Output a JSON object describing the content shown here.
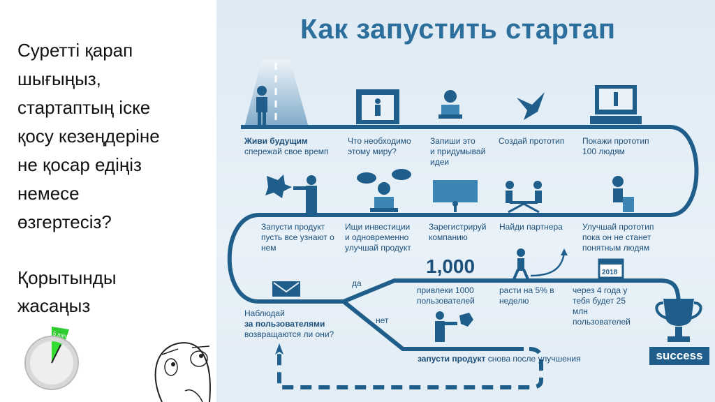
{
  "question": {
    "lines": [
      "Суретті қарап",
      "шығыңыз,",
      "стартаптың іске",
      "қосу кезеңдеріне",
      "не қосар едіңіз",
      "немесе",
      "өзгертесіз?"
    ],
    "conclusion": [
      "Қорытынды",
      "жасаңыз"
    ]
  },
  "timer": {
    "label": "5 min",
    "accent": "#2ecc2e"
  },
  "infographic": {
    "title": "Как запустить стартап",
    "steps_row1": [
      {
        "title": "Живи будущим",
        "desc": "спережай свое времп"
      },
      {
        "title": "Что необходимо",
        "desc": "этому миру?"
      },
      {
        "title": "Запиши это",
        "desc": "и придумывай идеи"
      },
      {
        "title": "Создай прототип",
        "desc": ""
      },
      {
        "title": "Покажи прототип",
        "desc": "100 людям"
      }
    ],
    "steps_row2": [
      {
        "title": "Запусти продукт",
        "desc": "пусть все узнают о нем"
      },
      {
        "title": "Ищи инвестиции",
        "desc": "и одновременно улучшай продукт"
      },
      {
        "title": "Зарегистрируй",
        "desc": "компанию"
      },
      {
        "title": "Найди партнера",
        "desc": ""
      },
      {
        "title": "Улучшай прототип",
        "desc": "пока он не станет понятным людям"
      }
    ],
    "observe": {
      "title": "Наблюдай",
      "bold": "за пользователями",
      "desc": "возвращаются ли они?"
    },
    "yes": "да",
    "no": "нет",
    "big_number": "1,000",
    "calendar_year": "2018",
    "growth_steps": [
      {
        "desc": "привлеки 1000 пользователей"
      },
      {
        "desc": "расти на 5% в неделю"
      },
      {
        "desc": "через 4 года у тебя будет 25 млн пользователей"
      }
    ],
    "relaunch": {
      "title": "запусти продукт",
      "desc": "снова после улучшения"
    },
    "success": "success",
    "accent": "#1f5d8a"
  }
}
